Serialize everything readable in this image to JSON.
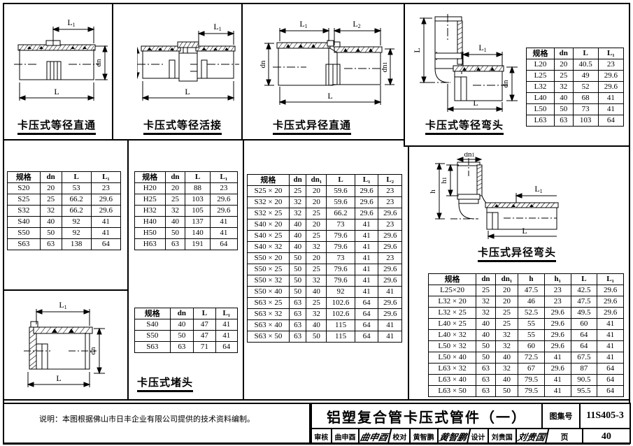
{
  "sheet": {
    "title": "铝塑复合管卡压式管件（一）",
    "atlas_label": "图集号",
    "atlas_no": "11S405-3",
    "page_label": "页",
    "page_no": "40",
    "note": "说明：本图根据佛山市日丰企业有限公司提供的技术资料编制。",
    "signoff": [
      {
        "role": "审核",
        "name": "曲申酉",
        "signature": "曲申酉"
      },
      {
        "role": "校对",
        "name": "黄智鹏",
        "signature": "黄智鹏"
      },
      {
        "role": "设计",
        "name": "刘贵国",
        "signature": "刘贵国"
      }
    ]
  },
  "captions": {
    "equal_straight": "卡压式等径直通",
    "equal_union": "卡压式等径活接",
    "reducing_straight": "卡压式异径直通",
    "equal_elbow": "卡压式等径弯头",
    "reducing_elbow": "卡压式异径弯头",
    "end_cap": "卡压式堵头"
  },
  "dimension_labels": {
    "L": "L",
    "L1": "L₁",
    "L2": "L₂",
    "dn": "dn",
    "dn1": "dn₁",
    "h": "h",
    "h1": "h₁"
  },
  "tables": {
    "equal_straight": {
      "headers": [
        "规格",
        "dn",
        "L",
        "L₁"
      ],
      "rows": [
        [
          "S20",
          "20",
          "53",
          "23"
        ],
        [
          "S25",
          "25",
          "66.2",
          "29.6"
        ],
        [
          "S32",
          "32",
          "66.2",
          "29.6"
        ],
        [
          "S40",
          "40",
          "92",
          "41"
        ],
        [
          "S50",
          "50",
          "92",
          "41"
        ],
        [
          "S63",
          "63",
          "138",
          "64"
        ]
      ]
    },
    "equal_union": {
      "headers": [
        "规格",
        "dn",
        "L",
        "L₁"
      ],
      "rows": [
        [
          "H20",
          "20",
          "88",
          "23"
        ],
        [
          "H25",
          "25",
          "103",
          "29.6"
        ],
        [
          "H32",
          "32",
          "105",
          "29.6"
        ],
        [
          "H40",
          "40",
          "137",
          "41"
        ],
        [
          "H50",
          "50",
          "140",
          "41"
        ],
        [
          "H63",
          "63",
          "191",
          "64"
        ]
      ]
    },
    "reducing_straight": {
      "headers": [
        "规格",
        "dn",
        "dn₁",
        "L",
        "L₁",
        "L₂"
      ],
      "rows": [
        [
          "S25 × 20",
          "25",
          "20",
          "59.6",
          "29.6",
          "23"
        ],
        [
          "S32 × 20",
          "32",
          "20",
          "59.6",
          "29.6",
          "23"
        ],
        [
          "S32 × 25",
          "32",
          "25",
          "66.2",
          "29.6",
          "29.6"
        ],
        [
          "S40 × 20",
          "40",
          "20",
          "73",
          "41",
          "23"
        ],
        [
          "S40 × 25",
          "40",
          "25",
          "79.6",
          "41",
          "29.6"
        ],
        [
          "S40 × 32",
          "40",
          "32",
          "79.6",
          "41",
          "29.6"
        ],
        [
          "S50 × 20",
          "50",
          "20",
          "73",
          "41",
          "23"
        ],
        [
          "S50 × 25",
          "50",
          "25",
          "79.6",
          "41",
          "29.6"
        ],
        [
          "S50 × 32",
          "50",
          "32",
          "79.6",
          "41",
          "29.6"
        ],
        [
          "S50 × 40",
          "50",
          "40",
          "92",
          "41",
          "41"
        ],
        [
          "S63 × 25",
          "63",
          "25",
          "102.6",
          "64",
          "29.6"
        ],
        [
          "S63 × 32",
          "63",
          "32",
          "102.6",
          "64",
          "29.6"
        ],
        [
          "S63 × 40",
          "63",
          "40",
          "115",
          "64",
          "41"
        ],
        [
          "S63 × 50",
          "63",
          "50",
          "115",
          "64",
          "41"
        ]
      ]
    },
    "equal_elbow": {
      "headers": [
        "规格",
        "dn",
        "L",
        "L₁"
      ],
      "rows": [
        [
          "L20",
          "20",
          "40.5",
          "23"
        ],
        [
          "L25",
          "25",
          "49",
          "29.6"
        ],
        [
          "L32",
          "32",
          "52",
          "29.6"
        ],
        [
          "L40",
          "40",
          "68",
          "41"
        ],
        [
          "L50",
          "50",
          "73",
          "41"
        ],
        [
          "L63",
          "63",
          "103",
          "64"
        ]
      ]
    },
    "reducing_elbow": {
      "headers": [
        "规格",
        "dn",
        "dn₁",
        "h",
        "h₁",
        "L",
        "L₁"
      ],
      "rows": [
        [
          "L25×20",
          "25",
          "20",
          "47.5",
          "23",
          "42.5",
          "29.6"
        ],
        [
          "L32 × 20",
          "32",
          "20",
          "46",
          "23",
          "47.5",
          "29.6"
        ],
        [
          "L32 × 25",
          "32",
          "25",
          "52.5",
          "29.6",
          "49.5",
          "29.6"
        ],
        [
          "L40 × 25",
          "40",
          "25",
          "55",
          "29.6",
          "60",
          "41"
        ],
        [
          "L40 × 32",
          "40",
          "32",
          "55",
          "29.6",
          "64",
          "41"
        ],
        [
          "L50 × 32",
          "50",
          "32",
          "60",
          "29.6",
          "64",
          "41"
        ],
        [
          "L50 × 40",
          "50",
          "40",
          "72.5",
          "41",
          "67.5",
          "41"
        ],
        [
          "L63 × 32",
          "63",
          "32",
          "67",
          "29.6",
          "87",
          "64"
        ],
        [
          "L63 × 40",
          "63",
          "40",
          "79.5",
          "41",
          "90.5",
          "64"
        ],
        [
          "L63 × 50",
          "63",
          "50",
          "79.5",
          "41",
          "95.5",
          "64"
        ]
      ]
    },
    "end_cap": {
      "headers": [
        "规格",
        "dn",
        "L",
        "L₁"
      ],
      "rows": [
        [
          "S40",
          "40",
          "47",
          "41"
        ],
        [
          "S50",
          "50",
          "47",
          "41"
        ],
        [
          "S63",
          "63",
          "71",
          "64"
        ]
      ]
    }
  }
}
